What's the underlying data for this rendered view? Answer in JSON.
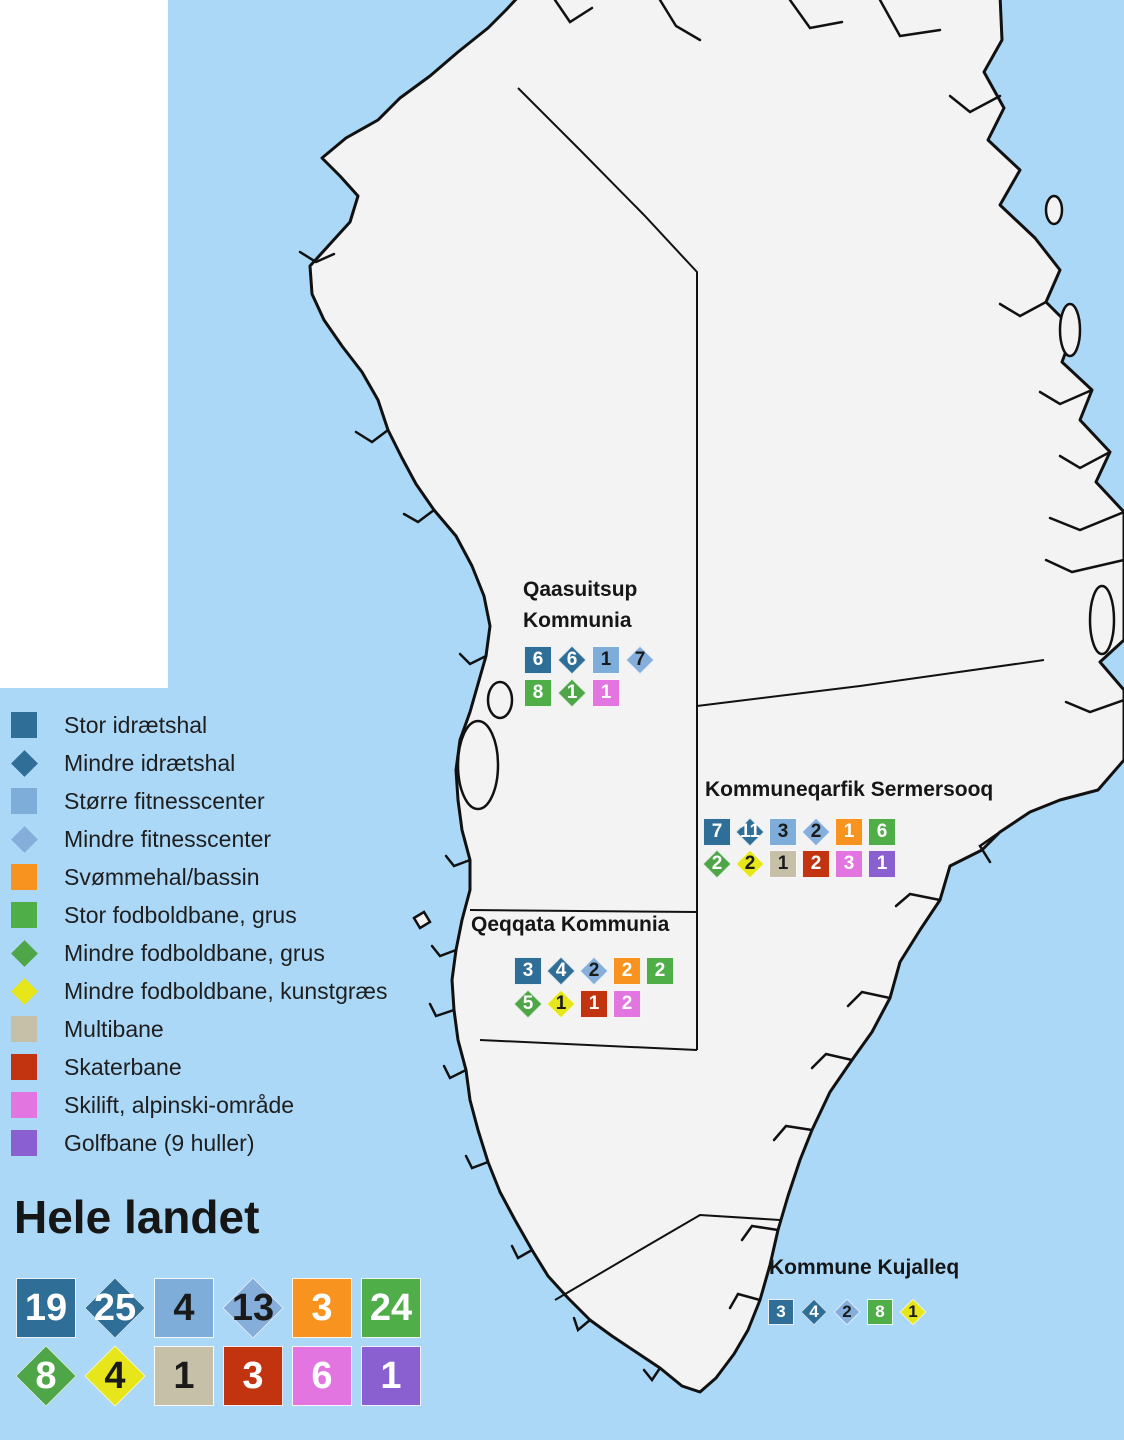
{
  "colors": {
    "sea": "#acd8f8",
    "land": "#f3f3f3",
    "coastline": "#111111",
    "stor_idraetshal": "#2f6e97",
    "mindre_idraetshal": "#2f6e97",
    "stoerre_fitnesscenter": "#7fadd9",
    "mindre_fitnesscenter": "#86aedb",
    "svoemmehal": "#f7931e",
    "stor_fodboldbane": "#4fae48",
    "mindre_fodboldbane_grus": "#4ea648",
    "mindre_fodboldbane_kunstgraes": "#e6e61a",
    "multibane": "#c6c0a8",
    "skaterbane": "#c1340f",
    "skilift": "#e275e0",
    "golfbane": "#8a5fd0"
  },
  "legend": {
    "items": [
      {
        "key": "stor_idraetshal",
        "shape": "square",
        "label": "Stor idrætshal"
      },
      {
        "key": "mindre_idraetshal",
        "shape": "diamond",
        "label": "Mindre idrætshal"
      },
      {
        "key": "stoerre_fitnesscenter",
        "shape": "square",
        "label": "Større fitnesscenter"
      },
      {
        "key": "mindre_fitnesscenter",
        "shape": "diamond",
        "label": "Mindre fitnesscenter"
      },
      {
        "key": "svoemmehal",
        "shape": "square",
        "label": "Svømmehal/bassin"
      },
      {
        "key": "stor_fodboldbane",
        "shape": "square",
        "label": "Stor fodboldbane, grus"
      },
      {
        "key": "mindre_fodboldbane_grus",
        "shape": "diamond",
        "label": "Mindre fodboldbane, grus"
      },
      {
        "key": "mindre_fodboldbane_kunstgraes",
        "shape": "diamond",
        "label": "Mindre fodboldbane, kunstgræs"
      },
      {
        "key": "multibane",
        "shape": "square",
        "label": "Multibane"
      },
      {
        "key": "skaterbane",
        "shape": "square",
        "label": "Skaterbane"
      },
      {
        "key": "skilift",
        "shape": "square",
        "label": "Skilift, alpinski-område"
      },
      {
        "key": "golfbane",
        "shape": "square",
        "label": "Golfbane (9 huller)"
      }
    ]
  },
  "national": {
    "title": "Hele landet",
    "counts": [
      {
        "key": "stor_idraetshal",
        "value": "19"
      },
      {
        "key": "mindre_idraetshal",
        "value": "25"
      },
      {
        "key": "stoerre_fitnesscenter",
        "value": "4"
      },
      {
        "key": "mindre_fitnesscenter",
        "value": "13"
      },
      {
        "key": "svoemmehal",
        "value": "3"
      },
      {
        "key": "stor_fodboldbane",
        "value": "24"
      },
      {
        "key": "mindre_fodboldbane_grus",
        "value": "8"
      },
      {
        "key": "mindre_fodboldbane_kunstgraes",
        "value": "4"
      },
      {
        "key": "multibane",
        "value": "1"
      },
      {
        "key": "skaterbane",
        "value": "3"
      },
      {
        "key": "skilift",
        "value": "6"
      },
      {
        "key": "golfbane",
        "value": "1"
      }
    ]
  },
  "regions": [
    {
      "id": "qaasuitsup",
      "title_lines": [
        "Qaasuitsup",
        "Kommunia"
      ],
      "rows": [
        [
          {
            "key": "stor_idraetshal",
            "value": "6"
          },
          {
            "key": "mindre_idraetshal",
            "value": "6"
          },
          {
            "key": "stoerre_fitnesscenter",
            "value": "1"
          },
          {
            "key": "mindre_fitnesscenter",
            "value": "7"
          }
        ],
        [
          {
            "key": "stor_fodboldbane",
            "value": "8"
          },
          {
            "key": "mindre_fodboldbane_grus",
            "value": "1"
          },
          {
            "key": "skilift",
            "value": "1"
          }
        ]
      ]
    },
    {
      "id": "sermersooq",
      "title_lines": [
        "Kommuneqarfik Sermersooq"
      ],
      "rows": [
        [
          {
            "key": "stor_idraetshal",
            "value": "7"
          },
          {
            "key": "mindre_idraetshal",
            "value": "11"
          },
          {
            "key": "stoerre_fitnesscenter",
            "value": "3"
          },
          {
            "key": "mindre_fitnesscenter",
            "value": "2"
          },
          {
            "key": "svoemmehal",
            "value": "1"
          },
          {
            "key": "stor_fodboldbane",
            "value": "6"
          }
        ],
        [
          {
            "key": "mindre_fodboldbane_grus",
            "value": "2"
          },
          {
            "key": "mindre_fodboldbane_kunstgraes",
            "value": "2"
          },
          {
            "key": "multibane",
            "value": "1"
          },
          {
            "key": "skaterbane",
            "value": "2"
          },
          {
            "key": "skilift",
            "value": "3"
          },
          {
            "key": "golfbane",
            "value": "1"
          }
        ]
      ]
    },
    {
      "id": "qeqqata",
      "title_lines": [
        "Qeqqata Kommunia"
      ],
      "rows": [
        [
          {
            "key": "stor_idraetshal",
            "value": "3"
          },
          {
            "key": "mindre_idraetshal",
            "value": "4"
          },
          {
            "key": "mindre_fitnesscenter",
            "value": "2"
          },
          {
            "key": "svoemmehal",
            "value": "2"
          },
          {
            "key": "stor_fodboldbane",
            "value": "2"
          }
        ],
        [
          {
            "key": "mindre_fodboldbane_grus",
            "value": "5"
          },
          {
            "key": "mindre_fodboldbane_kunstgraes",
            "value": "1"
          },
          {
            "key": "skaterbane",
            "value": "1"
          },
          {
            "key": "skilift",
            "value": "2"
          }
        ]
      ]
    },
    {
      "id": "kujalleq",
      "title_lines": [
        "Kommune Kujalleq"
      ],
      "rows": [
        [
          {
            "key": "stor_idraetshal",
            "value": "3"
          },
          {
            "key": "mindre_idraetshal",
            "value": "4"
          },
          {
            "key": "mindre_fitnesscenter",
            "value": "2"
          },
          {
            "key": "stor_fodboldbane",
            "value": "8"
          },
          {
            "key": "mindre_fodboldbane_kunstgraes",
            "value": "1"
          }
        ]
      ]
    }
  ]
}
